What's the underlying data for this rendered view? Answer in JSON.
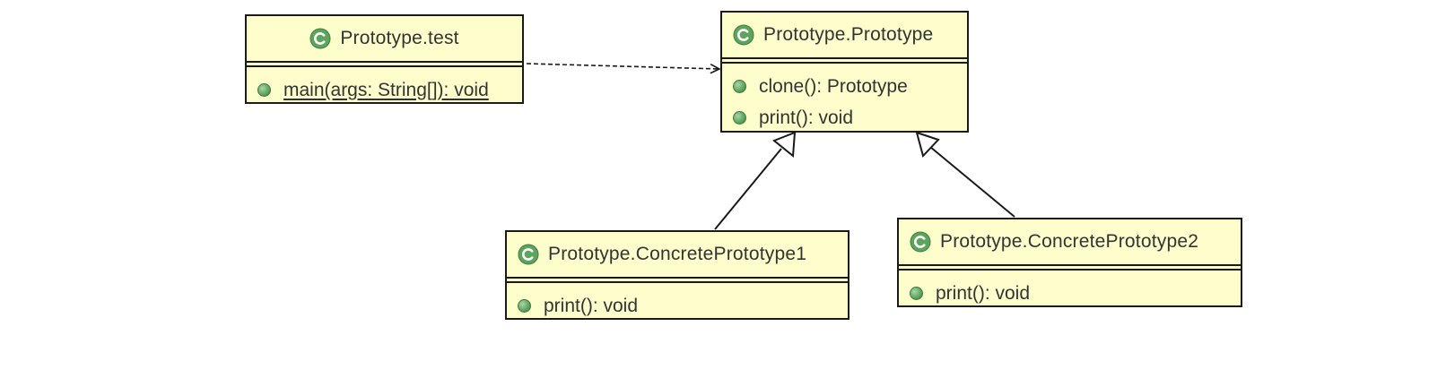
{
  "colors": {
    "class_fill": "#fefecd",
    "class_border": "#1a1a1a",
    "text": "#333333",
    "class_icon": "#5ea35e",
    "member_dot": "#5ea35e"
  },
  "classes": {
    "test": {
      "name": "Prototype.test",
      "icon": "class-icon",
      "members": [
        {
          "label": " main(args: String[]): void",
          "static": true
        }
      ]
    },
    "prototype": {
      "name": "Prototype.Prototype",
      "icon": "class-icon",
      "members": [
        {
          "label": "clone(): Prototype"
        },
        {
          "label": "print(): void"
        }
      ]
    },
    "concrete1": {
      "name": "Prototype.ConcretePrototype1",
      "icon": "class-icon",
      "members": [
        {
          "label": "print(): void"
        }
      ]
    },
    "concrete2": {
      "name": "Prototype.ConcretePrototype2",
      "icon": "class-icon",
      "members": [
        {
          "label": "print(): void"
        }
      ]
    }
  },
  "relations": [
    {
      "from": "test",
      "to": "prototype",
      "kind": "dependency",
      "style": "dashed",
      "arrow": "open"
    },
    {
      "from": "concrete1",
      "to": "prototype",
      "kind": "generalization",
      "style": "solid",
      "arrow": "hollow-triangle"
    },
    {
      "from": "concrete2",
      "to": "prototype",
      "kind": "generalization",
      "style": "solid",
      "arrow": "hollow-triangle"
    }
  ]
}
